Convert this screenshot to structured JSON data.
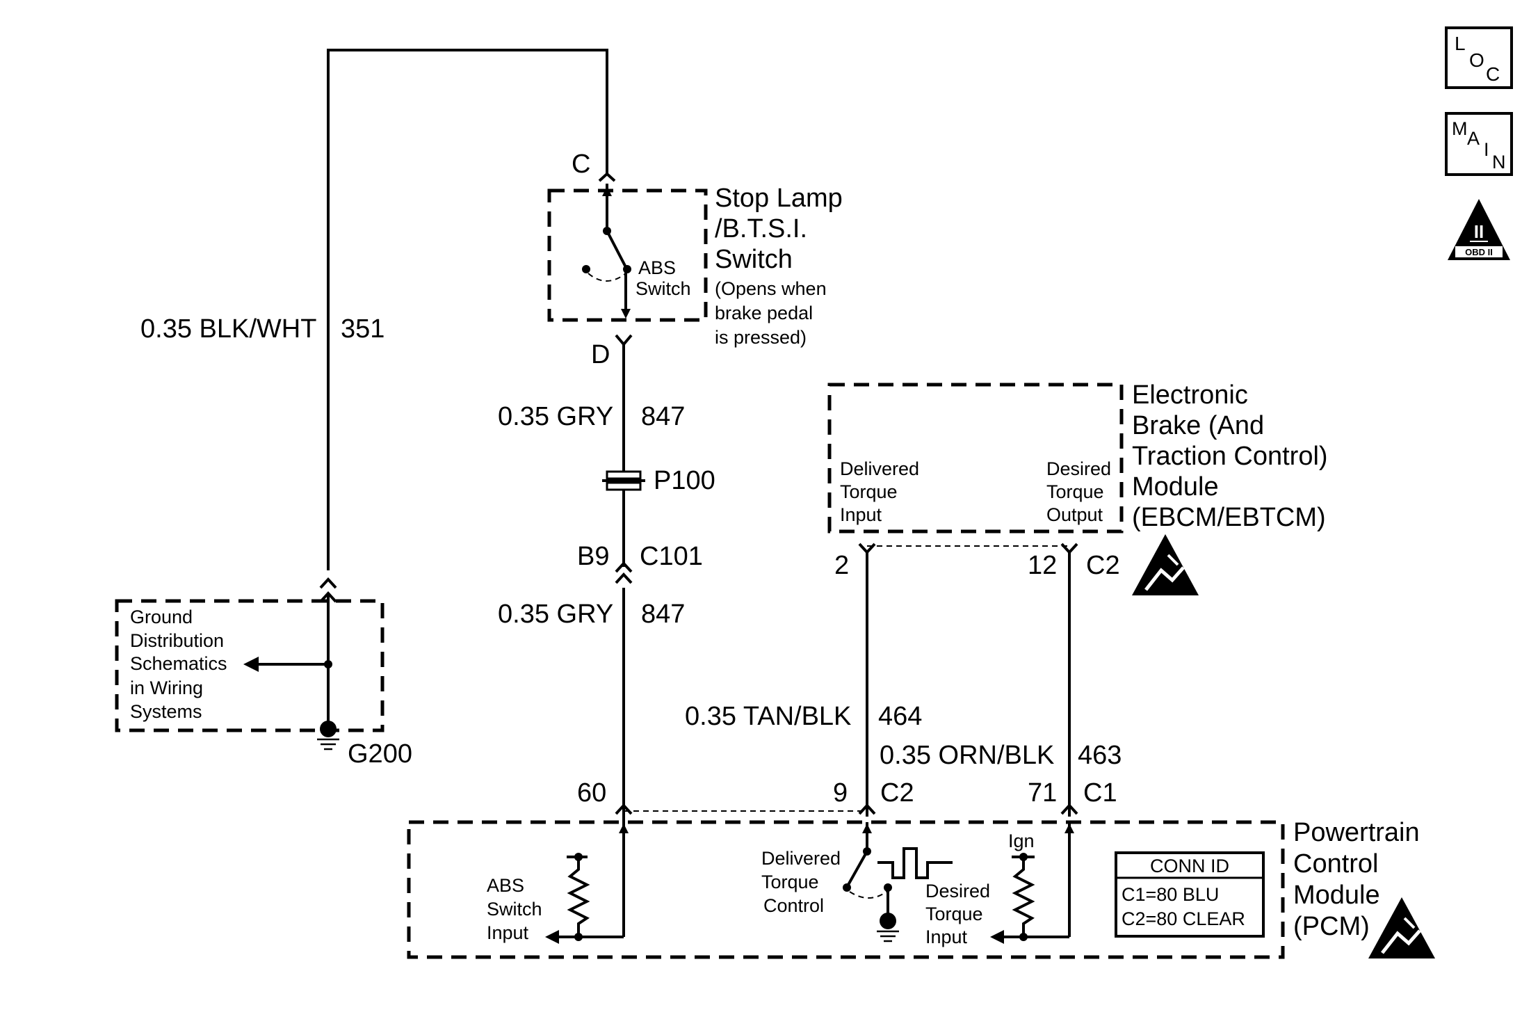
{
  "ground_wire": {
    "gauge_color": "0.35 BLK/WHT",
    "circuit": "351"
  },
  "ground_block": {
    "lines": [
      "Ground",
      "Distribution",
      "Schematics",
      "in Wiring",
      "Systems"
    ],
    "ground_id": "G200"
  },
  "stop_lamp_switch": {
    "top_terminal": "C",
    "bottom_terminal": "D",
    "title_lines": [
      "Stop Lamp",
      "/B.T.S.I.",
      "Switch"
    ],
    "note_lines": [
      "(Opens when",
      "brake pedal",
      "is pressed)"
    ],
    "switch_label_lines": [
      "ABS",
      "Switch"
    ]
  },
  "gry_wire_upper": {
    "gauge_color": "0.35 GRY",
    "circuit": "847"
  },
  "splice": {
    "id": "P100"
  },
  "connector_c101": {
    "pin": "B9",
    "id": "C101"
  },
  "gry_wire_lower": {
    "gauge_color": "0.35 GRY",
    "circuit": "847"
  },
  "ebcm": {
    "title_lines": [
      "Electronic",
      "Brake (And",
      "Traction Control)",
      "Module",
      "(EBCM/EBTCM)"
    ],
    "left_input_lines": [
      "Delivered",
      "Torque",
      "Input"
    ],
    "right_output_lines": [
      "Desired",
      "Torque",
      "Output"
    ],
    "pin_left": "2",
    "pin_right": "12",
    "connector": "C2"
  },
  "tan_wire": {
    "gauge_color": "0.35 TAN/BLK",
    "circuit": "464"
  },
  "orn_wire": {
    "gauge_color": "0.35 ORN/BLK",
    "circuit": "463"
  },
  "pcm": {
    "title_lines": [
      "Powertrain",
      "Control",
      "Module",
      "(PCM)"
    ],
    "pin_abs": "60",
    "pin_delivered": "9",
    "conn_delivered": "C2",
    "pin_desired": "71",
    "conn_desired": "C1",
    "abs_input_lines": [
      "ABS",
      "Switch",
      "Input"
    ],
    "delivered_control_lines": [
      "Delivered",
      "Torque",
      "Control"
    ],
    "desired_input_lines": [
      "Desired",
      "Torque",
      "Input"
    ],
    "ign_label": "Ign",
    "conn_id_title": "CONN ID",
    "conn_id_lines": [
      "C1=80 BLU",
      "C2=80 CLEAR"
    ]
  },
  "icons": {
    "loc": [
      "L",
      "O",
      "C"
    ],
    "main": [
      "M",
      "A",
      "I",
      "N"
    ],
    "obd_numeral": "II",
    "obd_label": "OBD II"
  }
}
